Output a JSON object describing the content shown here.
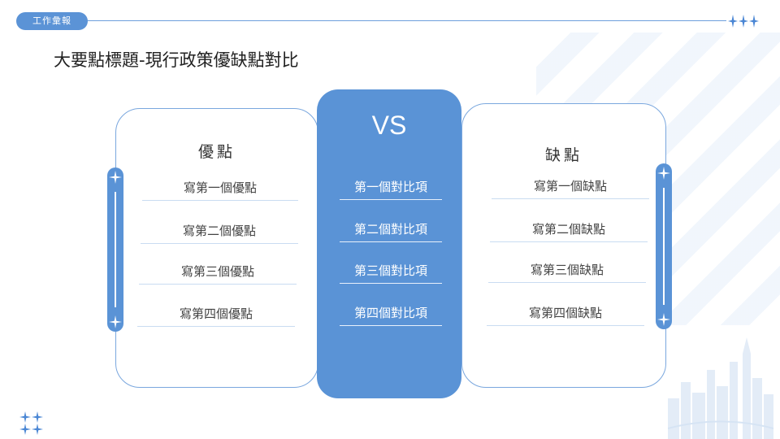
{
  "header": {
    "tag": "工作彙報"
  },
  "page": {
    "title": "大要點標題-現行政策優缺點對比"
  },
  "left_card": {
    "heading": "優點",
    "items": [
      "寫第一個優點",
      "寫第二個優點",
      "寫第三個優點",
      "寫第四個優點"
    ]
  },
  "middle_card": {
    "heading": "VS",
    "items": [
      "第一個對比項",
      "第二個對比項",
      "第三個對比項",
      "第四個對比項"
    ]
  },
  "right_card": {
    "heading": "缺點",
    "items": [
      "寫第一個缺點",
      "寫第二個缺點",
      "寫第三個缺點",
      "寫第四個缺點"
    ]
  },
  "colors": {
    "accent": "#5a93d6",
    "border": "#7aa7de"
  }
}
